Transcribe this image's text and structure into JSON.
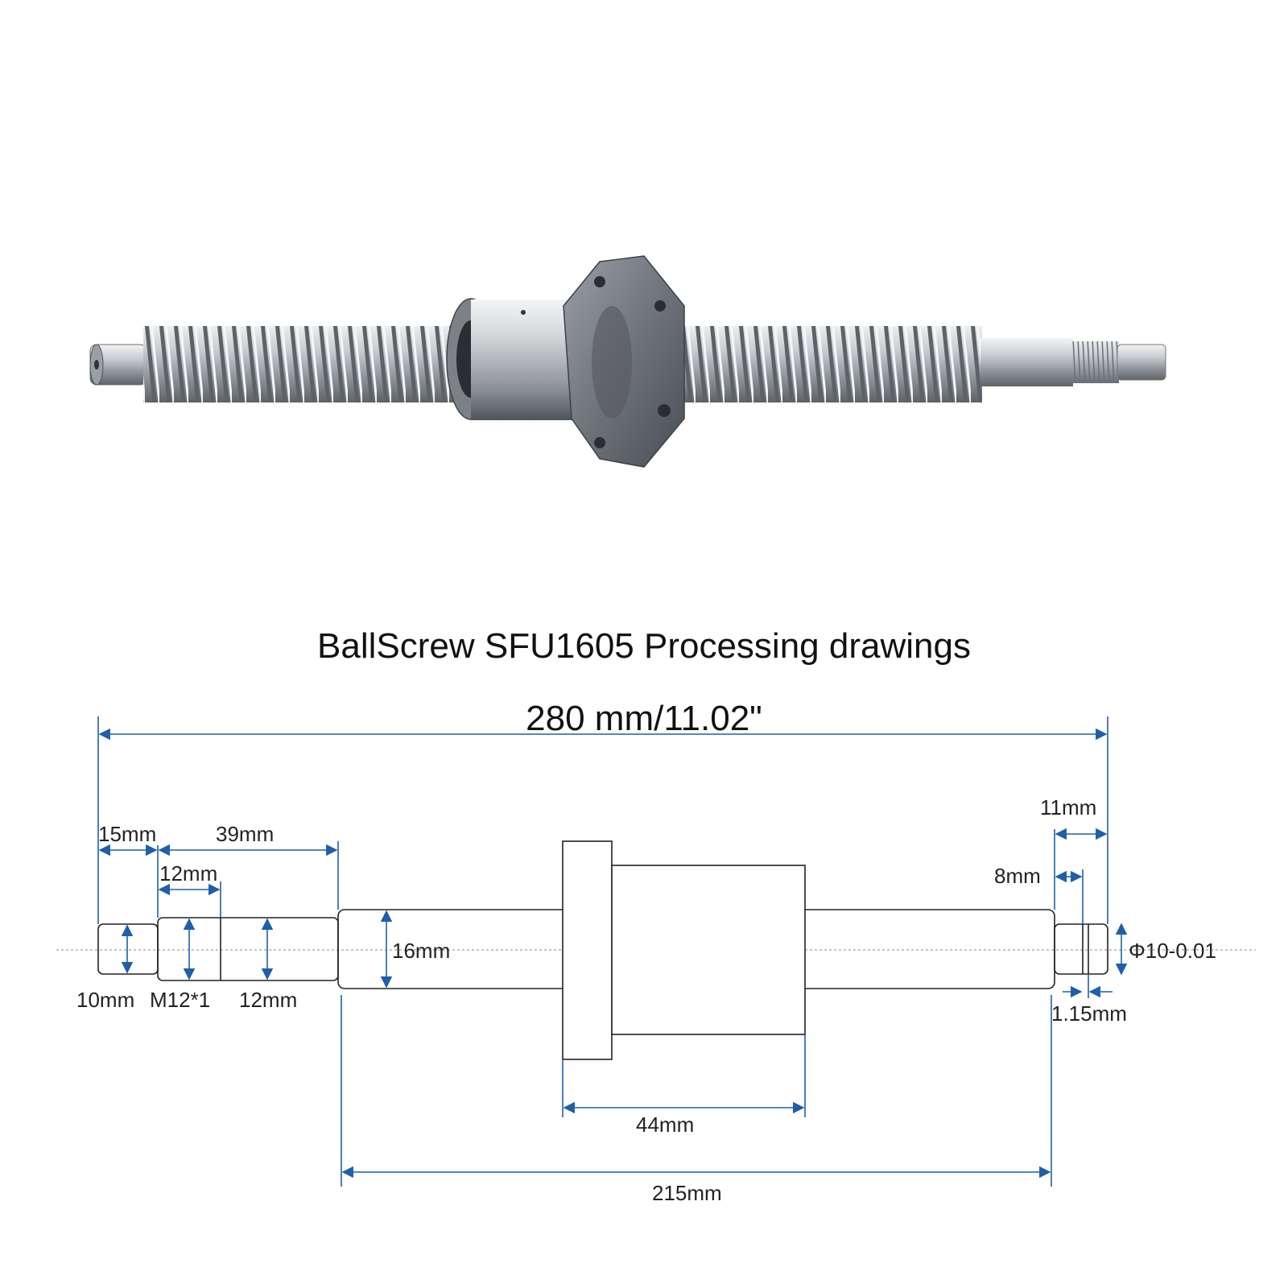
{
  "title": "BallScrew SFU1605 Processing drawings",
  "overall_length": "280 mm/11.02\"",
  "dimensions": {
    "d15mm": "15mm",
    "d39mm": "39mm",
    "d12mm_top": "12mm",
    "d11mm": "11mm",
    "d8mm": "8mm",
    "d10mm": "10mm",
    "m12": "M12*1",
    "d12mm_bottom": "12mm",
    "d16mm": "16mm",
    "phi10": "Φ10-0.01",
    "d1_15mm": "1.15mm",
    "d44mm": "44mm",
    "d215mm": "215mm"
  },
  "colors": {
    "dimension_line": "#1f5fa8",
    "outline": "#222222",
    "centerline": "#888888",
    "steel_light": "#e8eaec",
    "steel_mid": "#a7acb2",
    "steel_dark": "#5b6066"
  }
}
